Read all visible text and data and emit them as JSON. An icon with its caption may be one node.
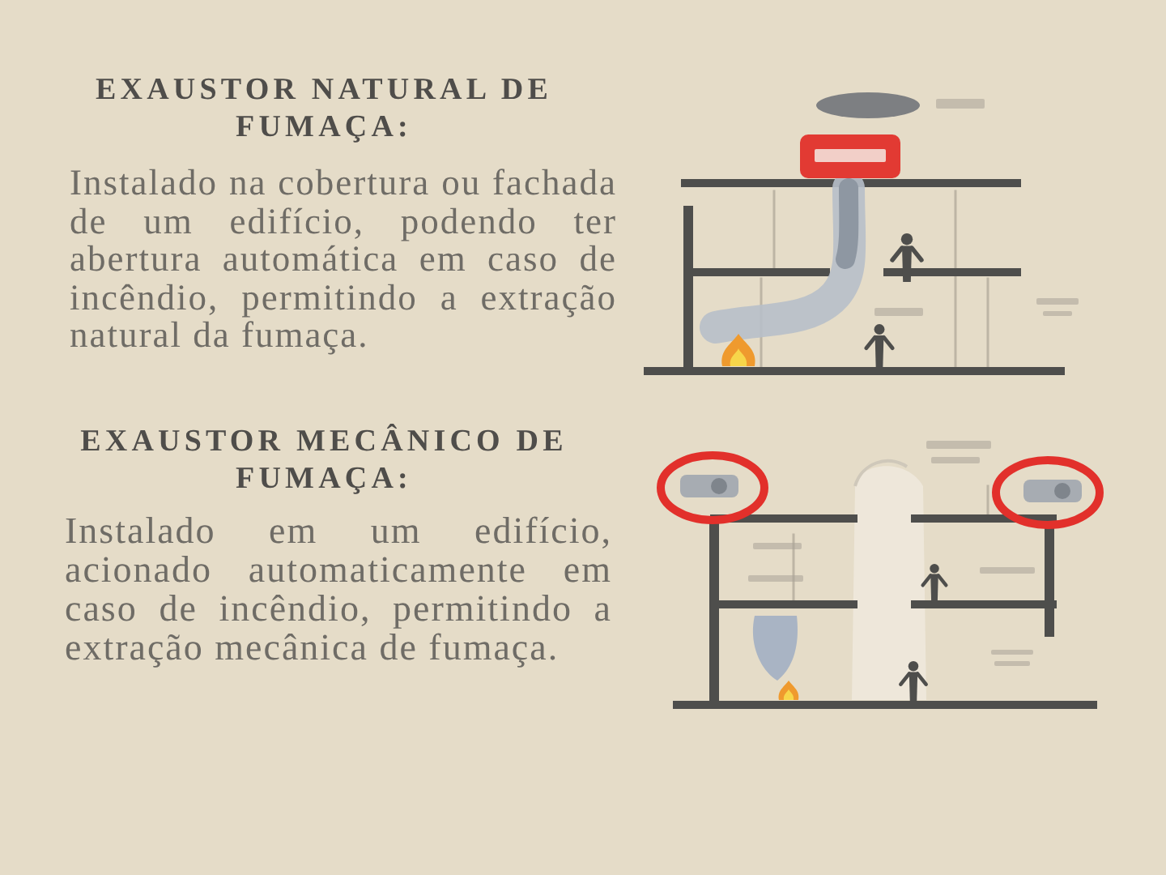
{
  "diagram": {
    "labels": [
      "EXAUSTOR NATURAL DE FUMAÇA:",
      "Instalado na cobertura ou fachada de um edifício, podendo ter abertura automática em caso de incêndio, permitindo a extração natural da fumaça.",
      "EXAUSTOR MECÂNICO DE FUMAÇA:",
      "Instalado em um edifício, acionado automaticamente em caso de incêndio, permitindo a extração mecânica de fumaça."
    ]
  }
}
